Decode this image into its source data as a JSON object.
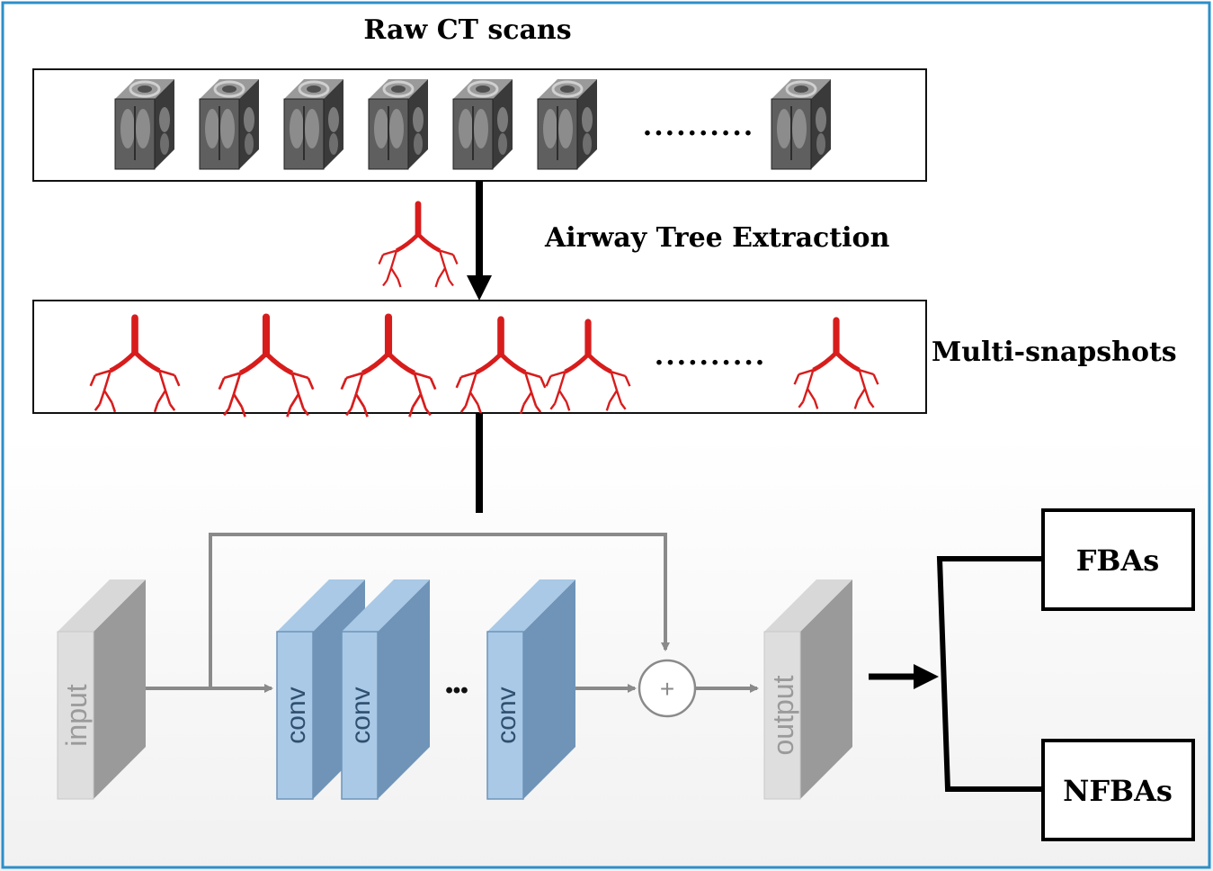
{
  "diagram": {
    "title": "Raw CT scans",
    "extraction_label": "Airway Tree Extraction",
    "snapshots_label": "Multi-snapshots",
    "scan_ellipsis": "..........",
    "snapshot_ellipsis": "..........",
    "network": {
      "input_label": "input",
      "conv_label": "conv",
      "conv_ellipsis": "•••",
      "sum_symbol": "+",
      "output_label": "output"
    },
    "outputs": {
      "class_a": "FBAs",
      "class_b": "NFBAs"
    },
    "colors": {
      "frame_border": "#2c8fc9",
      "airway_red": "#d81c1c",
      "conv_blue": "#a9c9e6",
      "arrow_gray": "#8a8a8a"
    }
  }
}
